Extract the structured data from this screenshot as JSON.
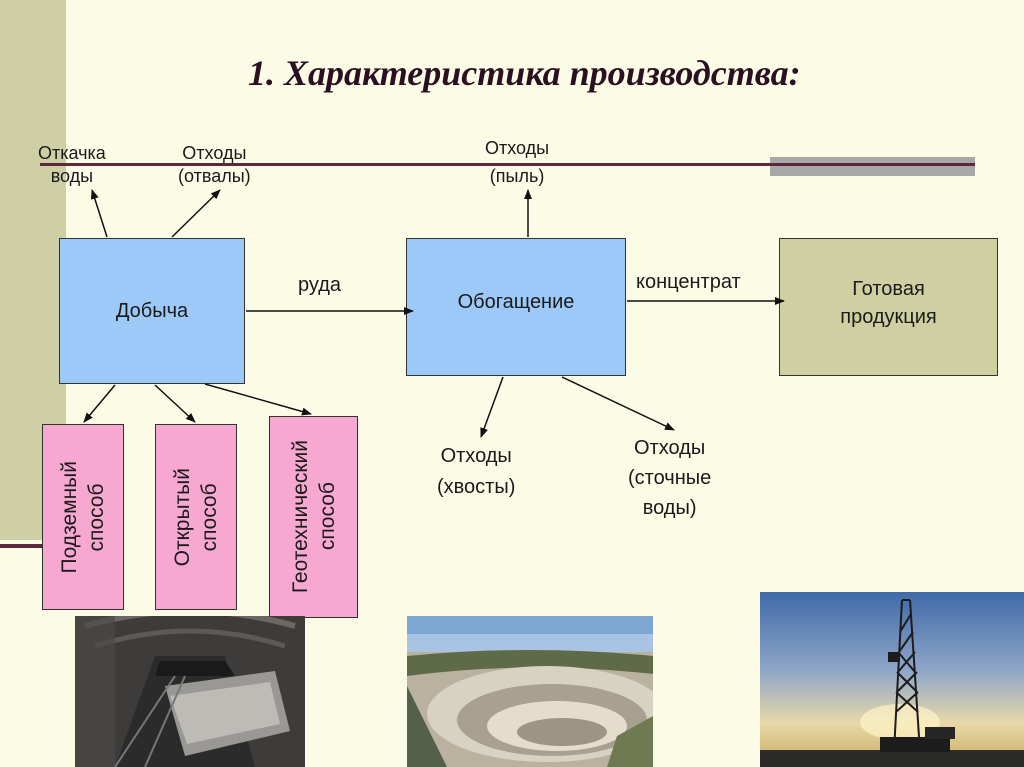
{
  "title": "1. Характеристика производства:",
  "labels": {
    "pumping": [
      "Откачка",
      "воды"
    ],
    "dumps": [
      "Отходы",
      "(отвалы)"
    ],
    "dust": [
      "Отходы",
      "(пыль)"
    ],
    "ore": "руда",
    "concentrate": "концентрат",
    "tailings": [
      "Отходы",
      "(хвосты)"
    ],
    "wastewater": [
      "Отходы",
      "(сточные",
      "воды)"
    ]
  },
  "boxes": {
    "extraction": "Добыча",
    "enrichment": "Обогащение",
    "product": [
      "Готовая",
      "продукция"
    ]
  },
  "methods": {
    "underground": [
      "Подземный",
      "способ"
    ],
    "open": [
      "Открытый",
      "способ"
    ],
    "geotech": [
      "Геотехнический",
      "способ"
    ]
  },
  "colors": {
    "background": "#fbfbe6",
    "process_box": "#9cc9f7",
    "product_box": "#cfcfa1",
    "method_box": "#f7a8d0",
    "accent": "#5a2a3c"
  }
}
